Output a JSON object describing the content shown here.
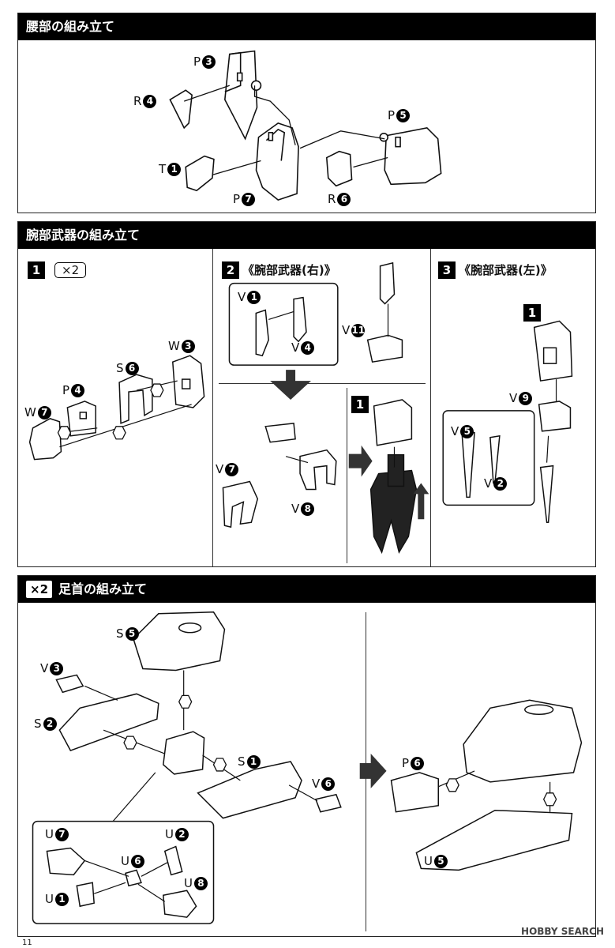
{
  "sections": {
    "waist": {
      "title": "腰部の組み立て",
      "labels": {
        "p3": "P",
        "r4": "R",
        "t1": "T",
        "p7": "P",
        "p5": "P",
        "r6": "R"
      },
      "nums": {
        "p3": "3",
        "r4": "4",
        "t1": "1",
        "p7": "7",
        "p5": "5",
        "r6": "6"
      }
    },
    "arm_weapon": {
      "title": "腕部武器の組み立て",
      "step1": {
        "num": "1",
        "qty": "×2",
        "labels": {
          "w3": "W",
          "s6": "S",
          "p4": "P",
          "w7": "W"
        },
        "nums": {
          "w3": "3",
          "s6": "6",
          "p4": "4",
          "w7": "7"
        }
      },
      "step2": {
        "num": "2",
        "title": "《腕部武器(右)》",
        "labels": {
          "v1": "V",
          "v4": "V",
          "v11": "V",
          "v7": "V",
          "v8": "V"
        },
        "nums": {
          "v1": "1",
          "v4": "4",
          "v11": "11",
          "v7": "7",
          "v8": "8"
        },
        "ref": "1"
      },
      "step3": {
        "num": "3",
        "title": "《腕部武器(左)》",
        "labels": {
          "v9": "V",
          "v5": "V",
          "v2": "V"
        },
        "nums": {
          "v9": "9",
          "v5": "5",
          "v2": "2"
        },
        "ref": "1"
      }
    },
    "ankle": {
      "title": "足首の組み立て",
      "qty": "×2",
      "labels": {
        "s5": "S",
        "v3": "V",
        "s2": "S",
        "s1": "S",
        "v6": "V",
        "u7": "U",
        "u2": "U",
        "u6": "U",
        "u1": "U",
        "u8": "U",
        "p6": "P",
        "u5": "U"
      },
      "nums": {
        "s5": "5",
        "v3": "3",
        "s2": "2",
        "s1": "1",
        "v6": "6",
        "u7": "7",
        "u2": "2",
        "u6": "6",
        "u1": "1",
        "u8": "8",
        "p6": "6",
        "u5": "5"
      }
    }
  },
  "page_number": "11",
  "watermark": "HOBBY SEARCH",
  "colors": {
    "header_bg": "#000000",
    "header_fg": "#ffffff",
    "part_fill": "#ffffff",
    "part_dark": "#2a2a2a"
  }
}
